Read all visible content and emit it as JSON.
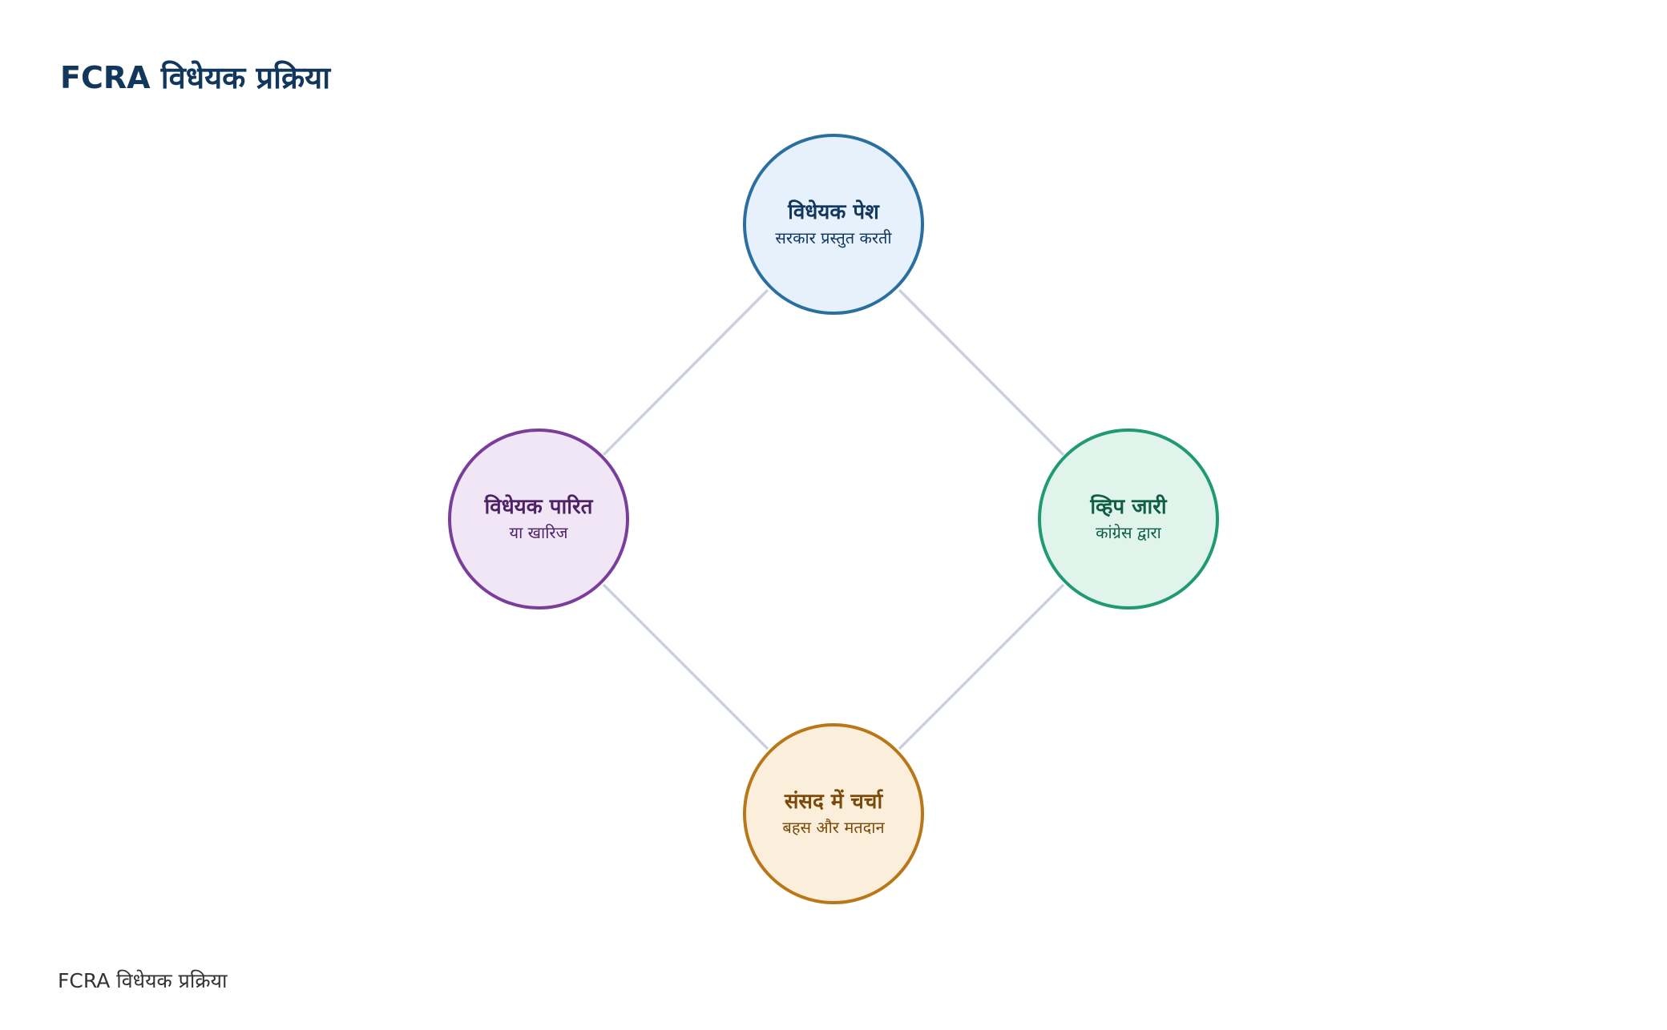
{
  "page": {
    "title": "FCRA विधेयक प्रक्रिया",
    "footer": "FCRA विधेयक प्रक्रिया"
  },
  "diagram": {
    "connector_color": "#c9d1dd",
    "nodes": [
      {
        "id": "top",
        "title": "विधेयक पेश",
        "subtitle": "सरकार प्रस्तुत करती",
        "border_color": "#2a6fa0",
        "fill_color": "#e6f1fb",
        "text_color": "#12375c"
      },
      {
        "id": "right",
        "title": "व्हिप जारी",
        "subtitle": "कांग्रेस द्वारा",
        "border_color": "#1f9a72",
        "fill_color": "#e0f4ec",
        "text_color": "#0f5e45"
      },
      {
        "id": "bottom",
        "title": "संसद में चर्चा",
        "subtitle": "बहस और मतदान",
        "border_color": "#b87818",
        "fill_color": "#fbeedb",
        "text_color": "#7a4a0a"
      },
      {
        "id": "left",
        "title": "विधेयक पारित",
        "subtitle": "या खारिज",
        "border_color": "#7a3d9a",
        "fill_color": "#f0e6f6",
        "text_color": "#4f2266"
      }
    ]
  }
}
